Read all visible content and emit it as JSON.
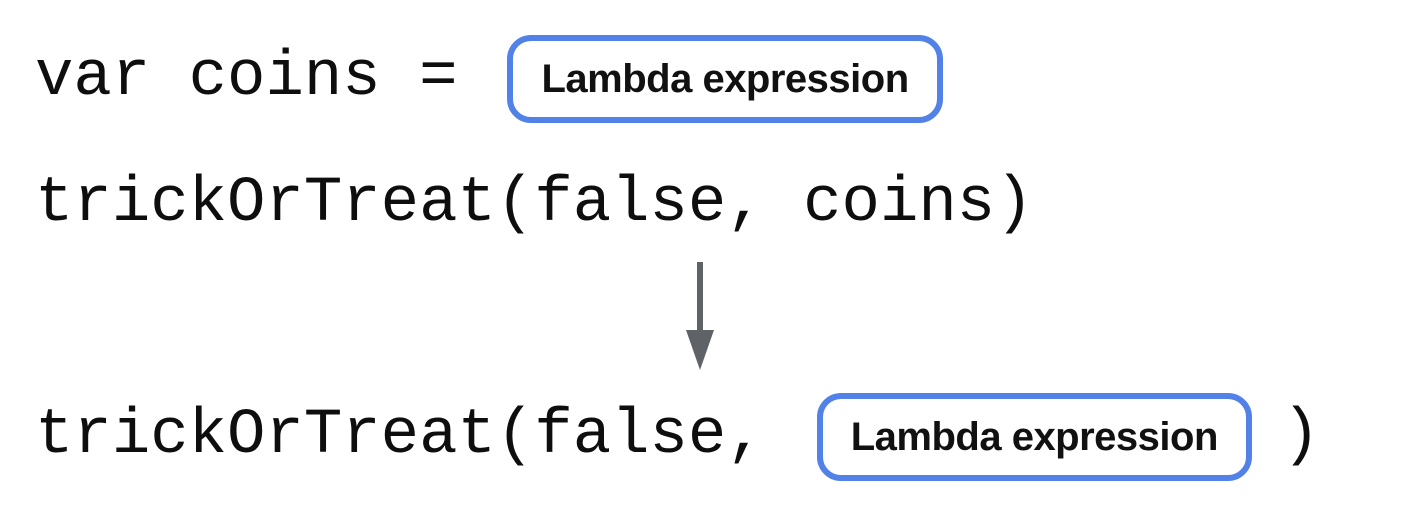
{
  "diagram": {
    "line1": {
      "code": "var coins =",
      "box_label": "Lambda expression"
    },
    "line2": {
      "code": "trickOrTreat(false, coins)"
    },
    "arrow": "down-arrow",
    "line3": {
      "code_before": "trickOrTreat(false,",
      "box_label": "Lambda expression",
      "code_after": ")"
    }
  },
  "colors": {
    "box_border": "#5282E8",
    "arrow": "#5F6368",
    "code_text": "#0E0E0E",
    "box_label_text": "#111111"
  }
}
